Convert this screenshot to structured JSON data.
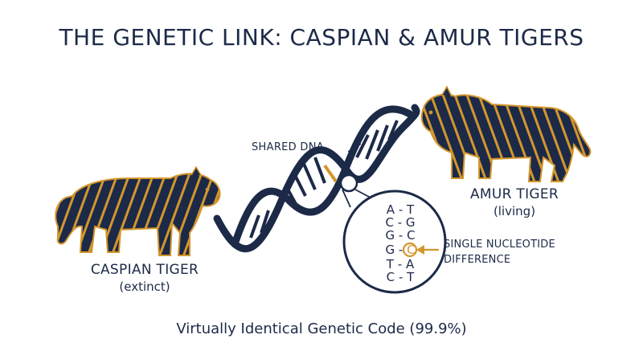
{
  "title": "THE GENETIC LINK: CASPIAN & AMUR TIGERS",
  "shared_dna_label": "SHARED DNA",
  "caspian": {
    "name": "CASPIAN TIGER",
    "status": "(extinct)"
  },
  "amur": {
    "name": "AMUR TIGER",
    "status": "(living)"
  },
  "base_pairs": [
    {
      "left": "A",
      "sep": "-",
      "right": "T"
    },
    {
      "left": "C",
      "sep": "-",
      "right": "G"
    },
    {
      "left": "G",
      "sep": "-",
      "right": "C"
    },
    {
      "left": "G",
      "sep": "-",
      "right": "C"
    },
    {
      "left": "T",
      "sep": "-",
      "right": "A"
    },
    {
      "left": "C",
      "sep": "-",
      "right": "T"
    }
  ],
  "highlight_row": 3,
  "difference_label": {
    "line1": "SINGLE NUCLEOTIDE",
    "line2": "DIFFERENCE"
  },
  "footer": "Virtually Identical Genetic Code (99.9%)",
  "colors": {
    "navy": "#1c2a48",
    "gold": "#d4962b"
  },
  "icons": [
    "caspian-tiger-icon",
    "amur-tiger-icon",
    "dna-helix-icon",
    "magnifier-circle-icon",
    "arrow-icon"
  ]
}
